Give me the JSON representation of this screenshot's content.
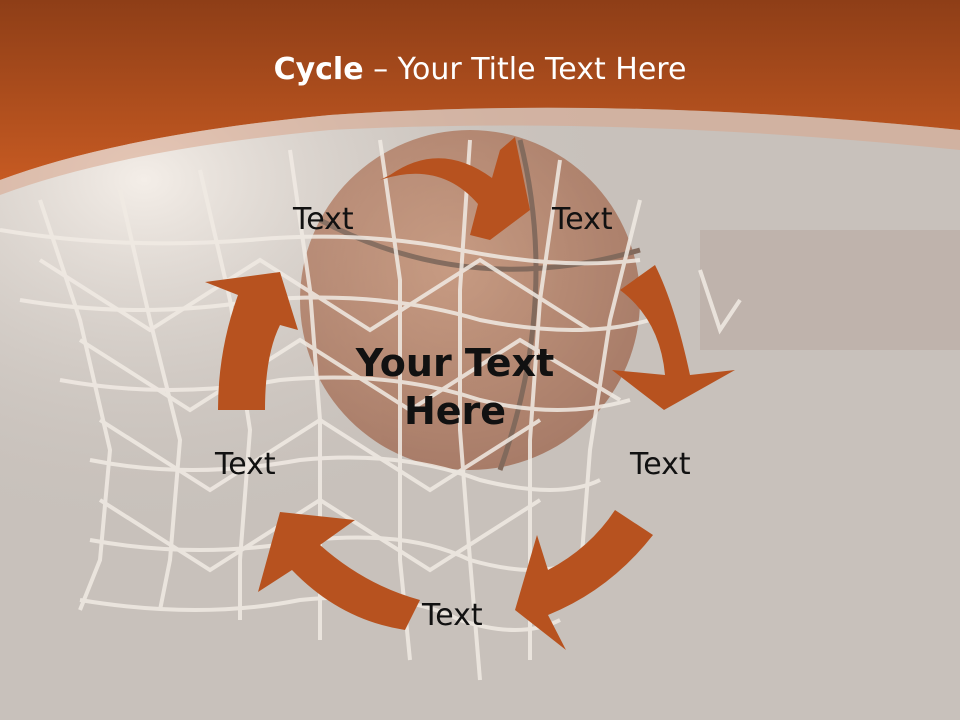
{
  "slide": {
    "title_bold": "Cycle",
    "title_rest": " – Your Title Text Here",
    "center_text_line1": "Your Text",
    "center_text_line2": "Here",
    "steps": [
      {
        "label": "Text"
      },
      {
        "label": "Text"
      },
      {
        "label": "Text"
      },
      {
        "label": "Text"
      },
      {
        "label": "Text"
      }
    ],
    "colors": {
      "header": "#b8531e",
      "arrow": "#b7521f",
      "background": "#c8c1bb",
      "net": "#efe8e0",
      "ball": "#a4552f"
    }
  }
}
